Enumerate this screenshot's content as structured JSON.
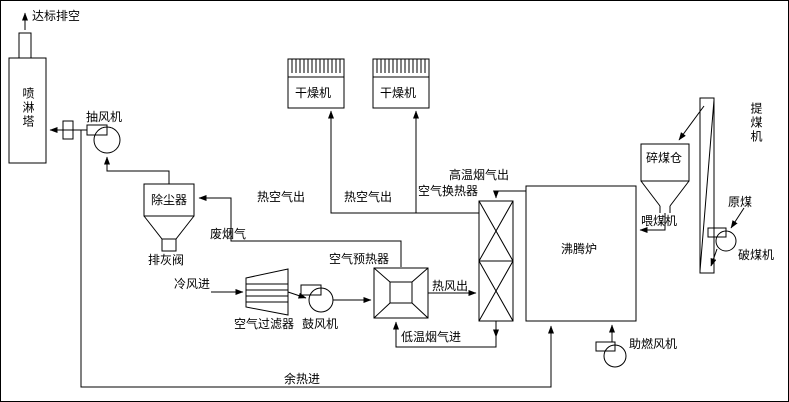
{
  "diagram": {
    "background": "#ffffff",
    "line_color": "#000000",
    "labels": {
      "vent": "达标排空",
      "spray_tower": "喷淋塔",
      "exhaust_fan": "抽风机",
      "dust_collector": "除尘器",
      "ash_valve": "排灰阀",
      "waste_flue_gas": "废烟气",
      "dryer_1": "干燥机",
      "dryer_2": "干燥机",
      "hot_air_out_1": "热空气出",
      "hot_air_out_2": "热空气出",
      "cold_air_in": "冷风进",
      "air_filter": "空气过滤器",
      "blower": "鼓风机",
      "air_preheater": "空气预热器",
      "hot_wind_out": "热风出",
      "air_heat_exchanger": "空气换热器",
      "high_temp_flue_gas_out": "高温烟气出",
      "low_temp_flue_gas_in": "低温烟气进",
      "fluidized_bed_furnace": "沸腾炉",
      "combustion_fan": "助燃风机",
      "waste_heat_in": "余热进",
      "crushed_coal_bunker": "碎煤仓",
      "coal_feeder": "喂煤机",
      "coal_elevator": "提煤机",
      "raw_coal": "原煤",
      "coal_crusher": "破煤机"
    }
  }
}
